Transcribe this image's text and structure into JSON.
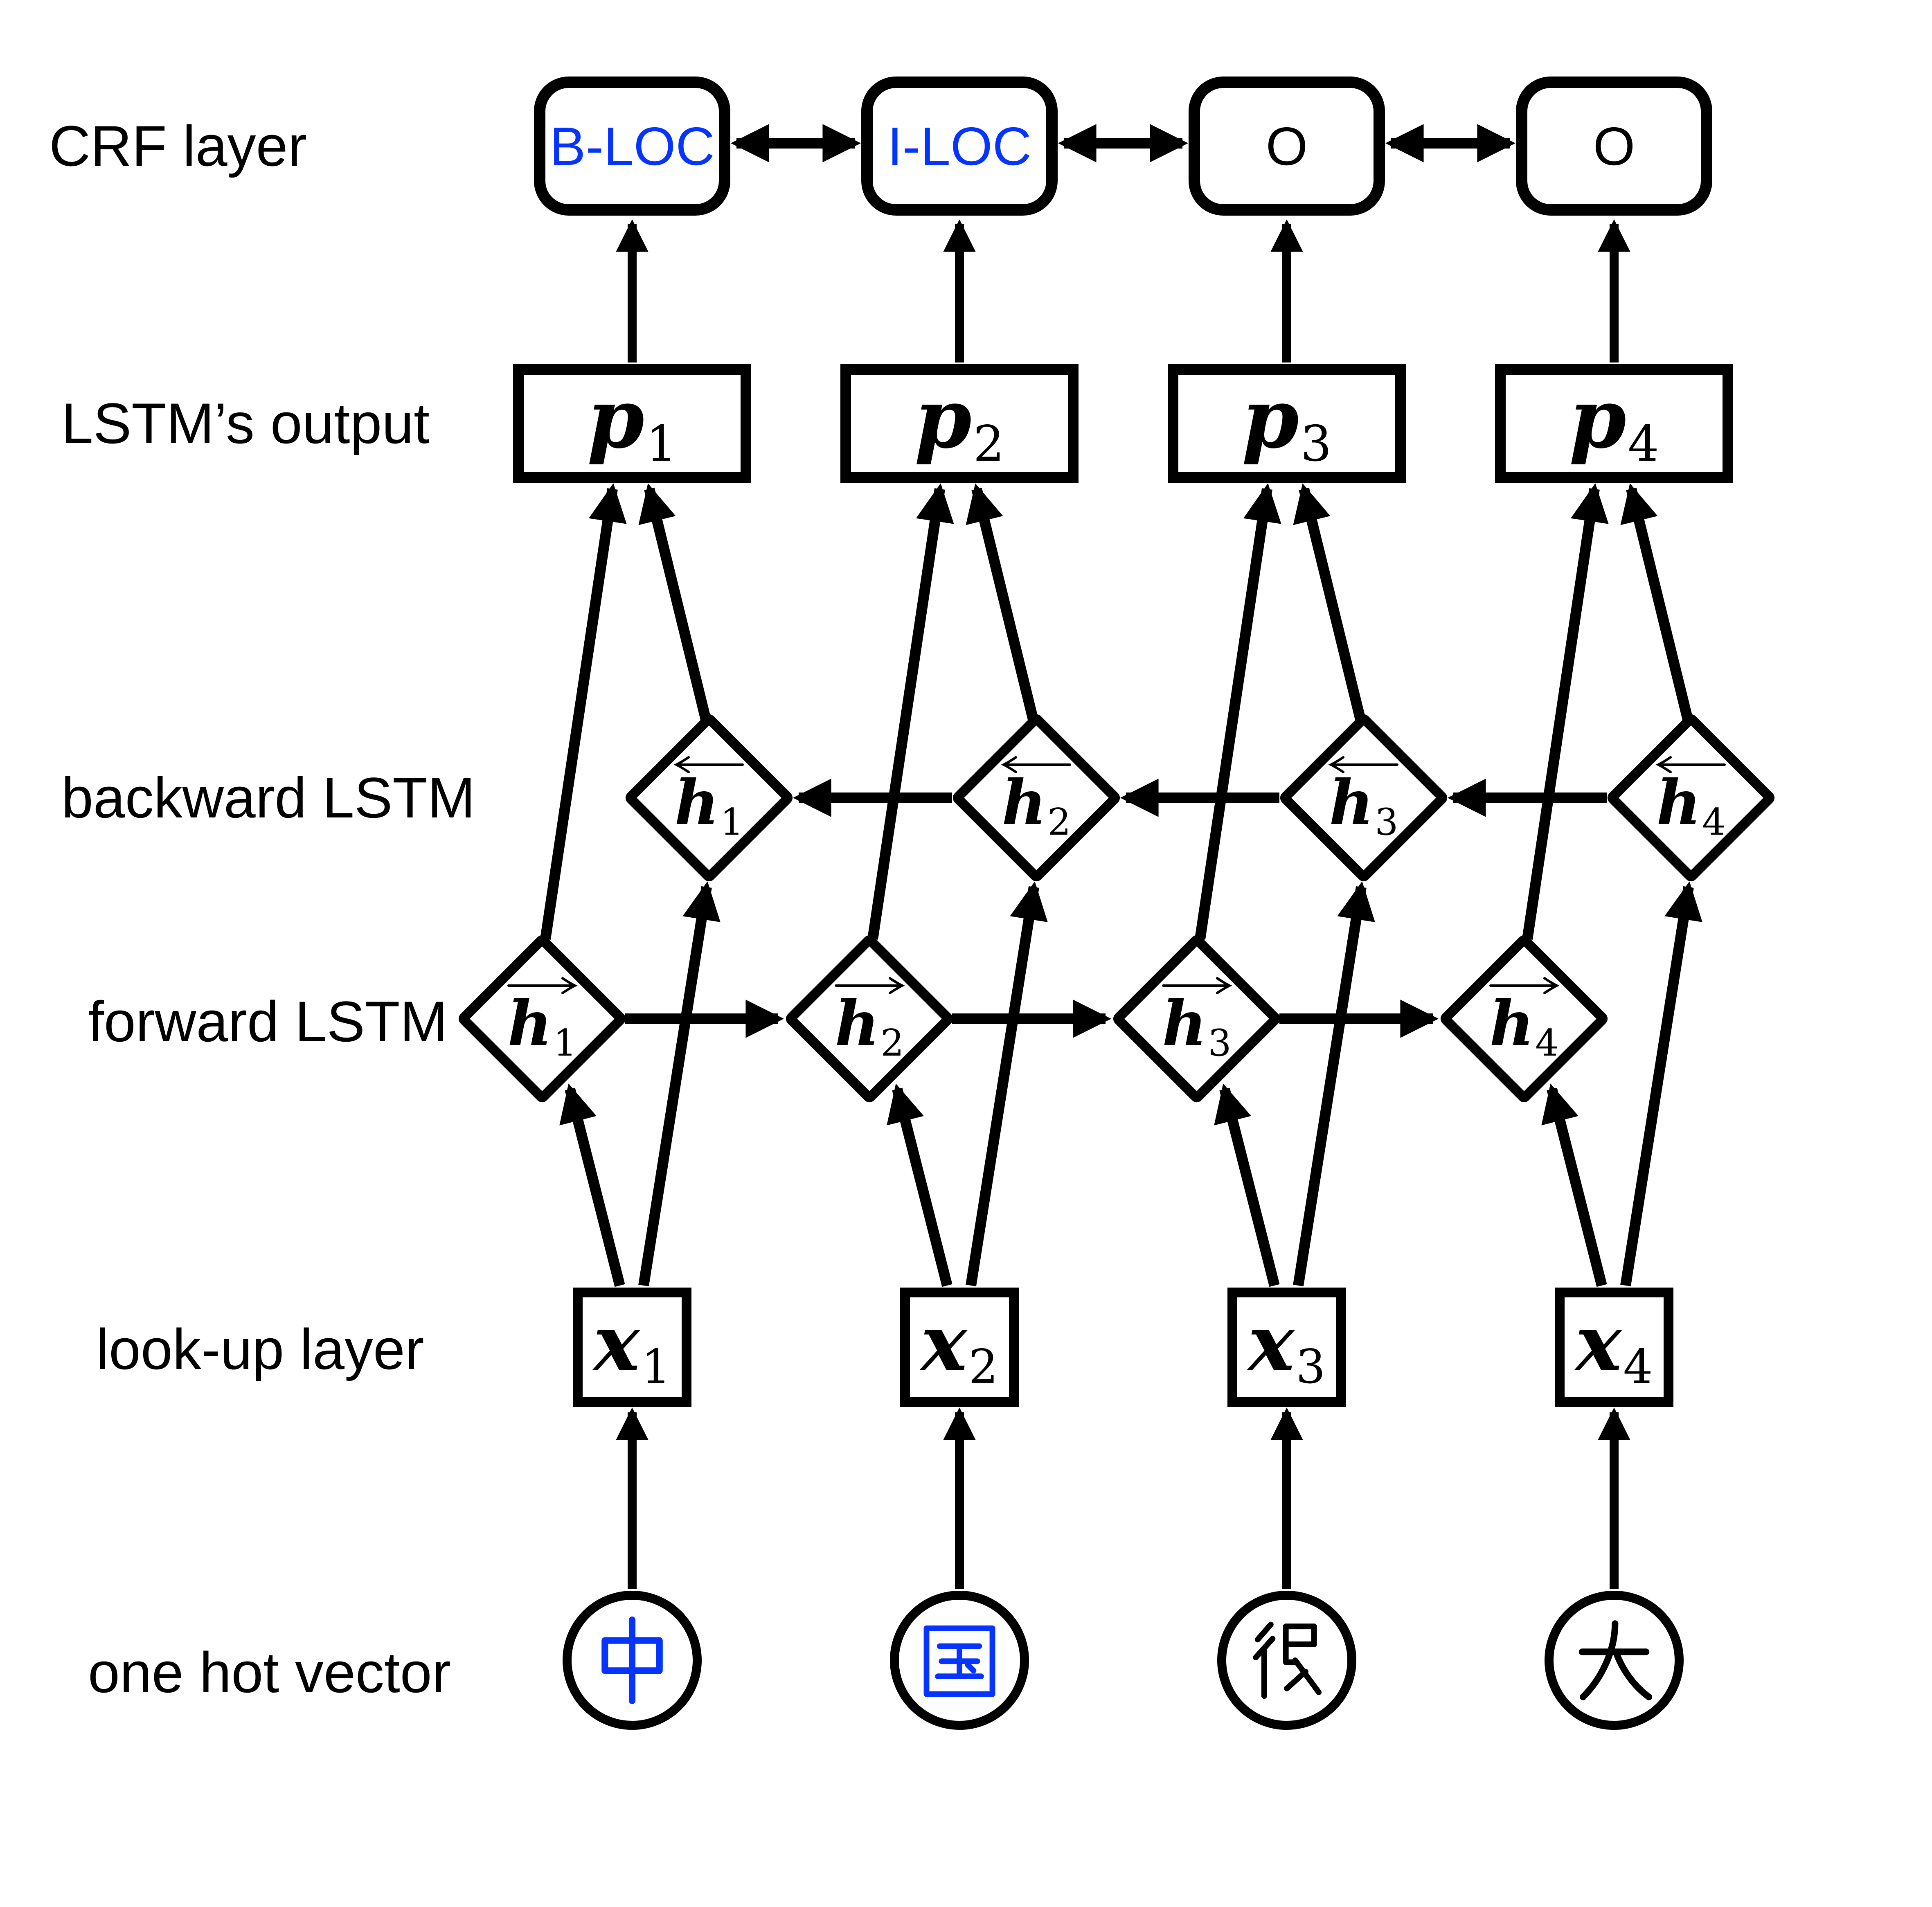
{
  "background": "#ffffff",
  "accent_blue": "#0533ff",
  "row_labels": {
    "crf": "CRF layer",
    "lstm_output": "LSTM’s output",
    "backward": "backward LSTM",
    "forward": "forward LSTM",
    "lookup": "look-up layer",
    "onehot": "one hot vector"
  },
  "crf_nodes": [
    {
      "label": "B-LOC",
      "color": "#0533ff"
    },
    {
      "label": "I-LOC",
      "color": "#0533ff"
    },
    {
      "label": "O",
      "color": "#000000"
    },
    {
      "label": "O",
      "color": "#000000"
    }
  ],
  "output_nodes": [
    {
      "base": "p",
      "sub": "1"
    },
    {
      "base": "p",
      "sub": "2"
    },
    {
      "base": "p",
      "sub": "3"
    },
    {
      "base": "p",
      "sub": "4"
    }
  ],
  "backward_nodes": [
    {
      "base": "h",
      "sub": "1",
      "dir": "left"
    },
    {
      "base": "h",
      "sub": "2",
      "dir": "left"
    },
    {
      "base": "h",
      "sub": "3",
      "dir": "left"
    },
    {
      "base": "h",
      "sub": "4",
      "dir": "left"
    }
  ],
  "forward_nodes": [
    {
      "base": "h",
      "sub": "1",
      "dir": "right"
    },
    {
      "base": "h",
      "sub": "2",
      "dir": "right"
    },
    {
      "base": "h",
      "sub": "3",
      "dir": "right"
    },
    {
      "base": "h",
      "sub": "4",
      "dir": "right"
    }
  ],
  "lookup_nodes": [
    {
      "base": "x",
      "sub": "1"
    },
    {
      "base": "x",
      "sub": "2"
    },
    {
      "base": "x",
      "sub": "3"
    },
    {
      "base": "x",
      "sub": "4"
    }
  ],
  "onehot_nodes": [
    {
      "char": "中",
      "color": "#0533ff"
    },
    {
      "char": "国",
      "color": "#0533ff"
    },
    {
      "char": "很",
      "color": "#000000"
    },
    {
      "char": "大",
      "color": "#000000"
    }
  ]
}
